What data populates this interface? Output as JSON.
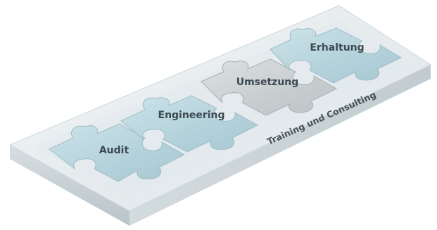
{
  "diagram": {
    "pieces": [
      {
        "id": "audit",
        "label": "Audit"
      },
      {
        "id": "engineering",
        "label": "Engineering"
      },
      {
        "id": "umsetzung",
        "label": "Umsetzung"
      },
      {
        "id": "erhaltung",
        "label": "Erhaltung"
      }
    ],
    "tray_label": "Training und Consulting",
    "colors": {
      "tray_top": "#e9eef0",
      "tray_edge": "#c7d0d4",
      "piece_blue": "#b6d3dc",
      "piece_grey": "#c9cfd1",
      "label_text": "#3d4a52"
    }
  }
}
